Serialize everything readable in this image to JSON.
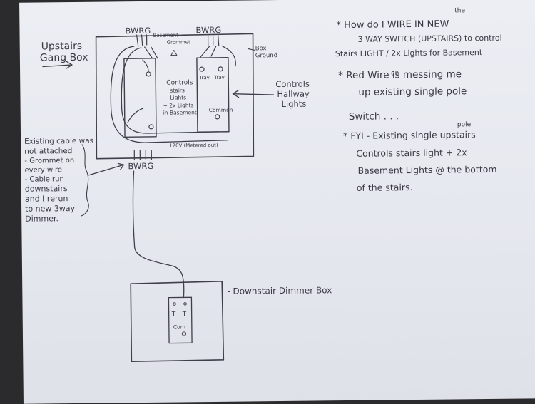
{
  "upstairs_box": {
    "label_line1": "Upstairs",
    "label_line2": "Gang Box",
    "top_bwrg_left": "BWRG",
    "top_bwrg_right": "BWRG",
    "basement_tag": "Basement",
    "grommet_tag": "Grommet",
    "box_ground_line1": "Box",
    "box_ground_line2": "Ground",
    "left_switch_note": [
      "Controls",
      "stairs",
      "Lights",
      "+ 2x Lights",
      "in Basement"
    ],
    "right_switch_terminals": [
      "Trav",
      "Trav"
    ],
    "right_switch_common": "Common",
    "supply_tag": "120V (Metered out)",
    "bottom_bwrg": "BWRG",
    "hallway_note": [
      "Controls",
      "Hallway",
      "Lights"
    ]
  },
  "left_note": [
    "Existing cable was",
    "not attached",
    "- Grommet on",
    "every wire",
    "- Cable run",
    "downstairs",
    "and I rerun",
    "to new 3way",
    "Dimmer."
  ],
  "downstairs_box": {
    "label": "- Downstair Dimmer Box",
    "terminal_left": "T",
    "terminal_right": "T",
    "common": "Com"
  },
  "questions": {
    "q1_insert": "the",
    "q1_line1": "* How do I WIRE IN NEW",
    "q1_line2": "3 WAY SWITCH (UPSTAIRS) to control",
    "q1_line3": "Stairs LIGHT / 2x Lights for Basement",
    "q2_insert": "on",
    "q2_line1": "* Red Wire is messing me",
    "q2_line2": "up existing single pole",
    "q2_line3": "Switch . . .",
    "q3_insert": "pole",
    "q3_line1": "* FYI - Existing single upstairs",
    "q3_line2": "Controls stairs light + 2x",
    "q3_line3": "Basement Lights @ the bottom",
    "q3_line4": "of the stairs."
  }
}
